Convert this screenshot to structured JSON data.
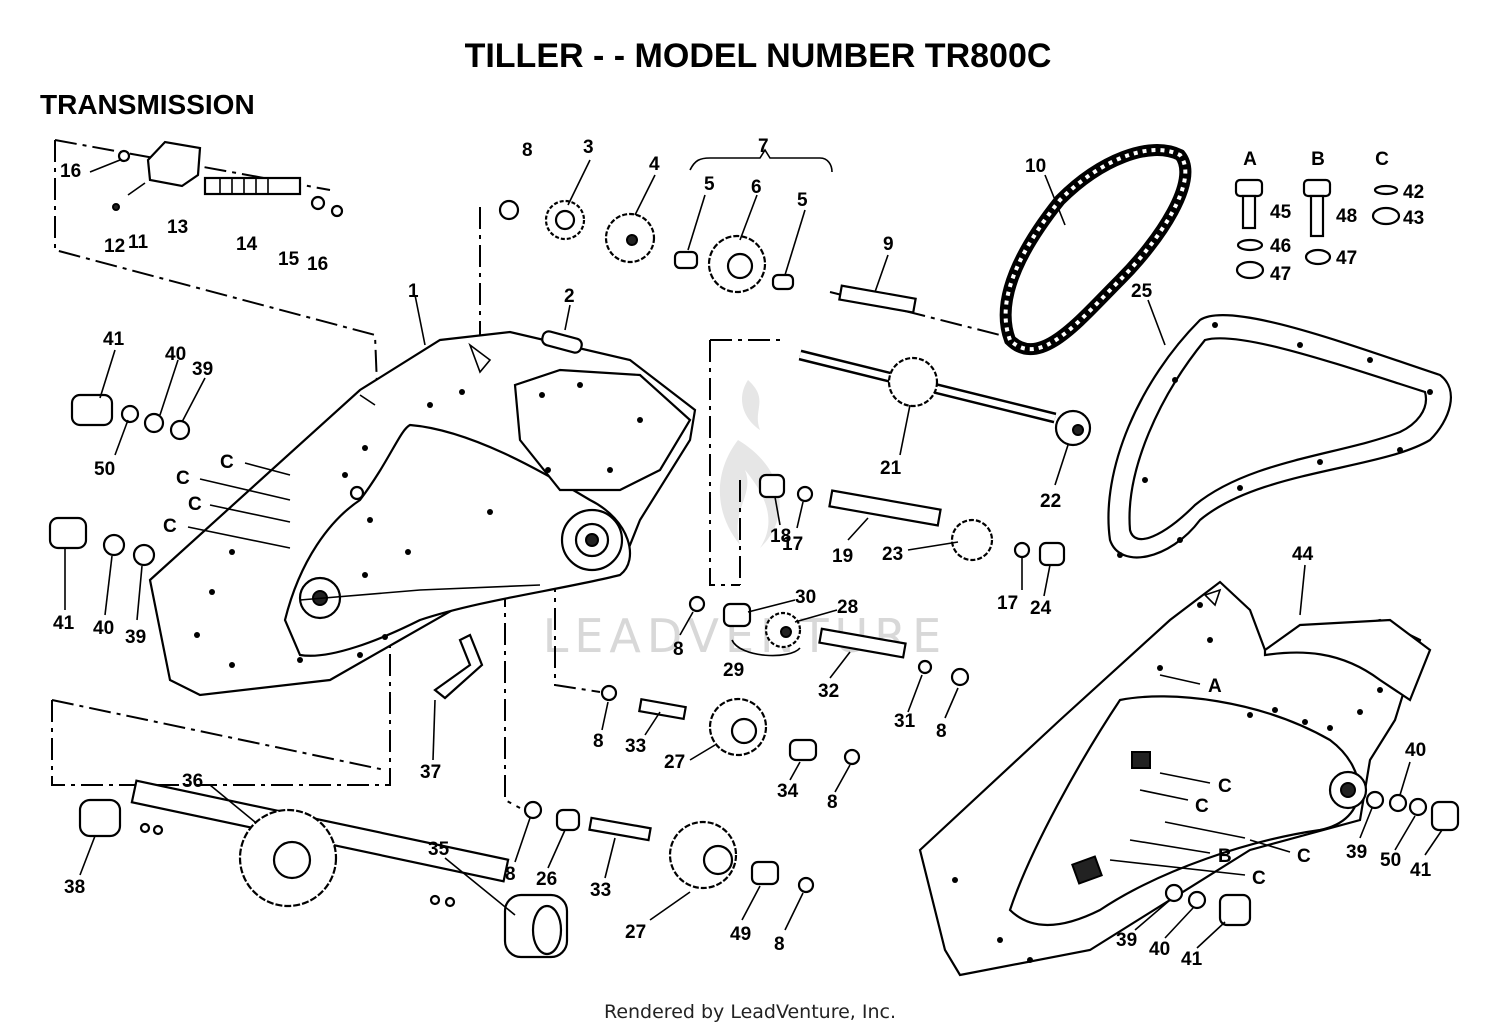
{
  "title": "TILLER - - MODEL NUMBER TR800C",
  "section": "TRANSMISSION",
  "footer": "Rendered by LeadVenture, Inc.",
  "watermark": "LEADVENTURE",
  "hardware_legend": {
    "columns": [
      "A",
      "B",
      "C"
    ],
    "A": [
      "45",
      "46",
      "47"
    ],
    "B": [
      "48",
      "47"
    ],
    "C": [
      "42",
      "43"
    ]
  },
  "fastener_markers": {
    "C": "C",
    "A": "A",
    "B": "B"
  },
  "callouts": {
    "p1": "1",
    "p2": "2",
    "p3": "3",
    "p4": "4",
    "p5a": "5",
    "p5b": "5",
    "p6": "6",
    "p7": "7",
    "p8a": "8",
    "p8b": "8",
    "p8c": "8",
    "p8d": "8",
    "p8e": "8",
    "p8f": "8",
    "p8g": "8",
    "p9": "9",
    "p10": "10",
    "p11": "11",
    "p12": "12",
    "p13": "13",
    "p14": "14",
    "p15": "15",
    "p16a": "16",
    "p16b": "16",
    "p17a": "17",
    "p17b": "17",
    "p18": "18",
    "p19": "19",
    "p21": "21",
    "p22": "22",
    "p23": "23",
    "p24": "24",
    "p25": "25",
    "p26": "26",
    "p27a": "27",
    "p27b": "27",
    "p28": "28",
    "p29": "29",
    "p30": "30",
    "p31": "31",
    "p32": "32",
    "p33a": "33",
    "p33b": "33",
    "p34": "34",
    "p35": "35",
    "p36": "36",
    "p37": "37",
    "p38": "38",
    "p39a": "39",
    "p39b": "39",
    "p39c": "39",
    "p39d": "39",
    "p40a": "40",
    "p40b": "40",
    "p40c": "40",
    "p40d": "40",
    "p41a": "41",
    "p41b": "41",
    "p41c": "41",
    "p41d": "41",
    "p44": "44",
    "p49": "49",
    "p50a": "50",
    "p50b": "50"
  }
}
